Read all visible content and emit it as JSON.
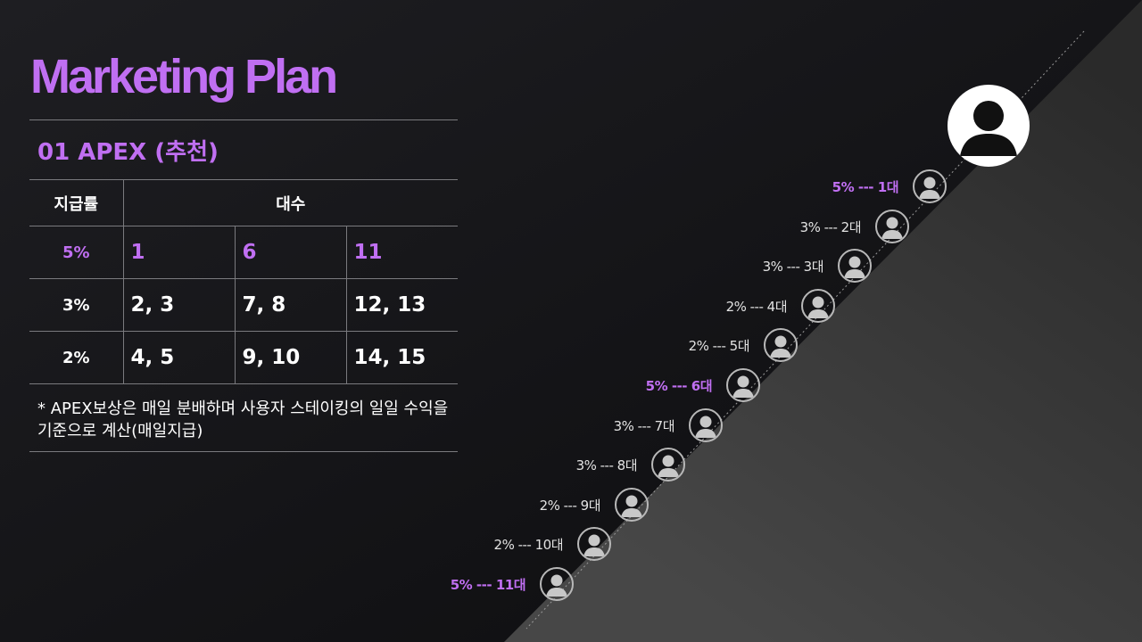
{
  "title": "Marketing Plan",
  "section_title": "01 APEX (추천)",
  "table": {
    "header_rate": "지급률",
    "header_count": "대수",
    "rows": [
      {
        "rate": "5%",
        "cells": [
          "1",
          "6",
          "11"
        ],
        "highlight": true
      },
      {
        "rate": "3%",
        "cells": [
          "2, 3",
          "7, 8",
          "12, 13"
        ],
        "highlight": false
      },
      {
        "rate": "2%",
        "cells": [
          "4, 5",
          "9, 10",
          "14, 15"
        ],
        "highlight": false
      }
    ]
  },
  "note": "* APEX보상은 매일 분배하며 사용자 스테이킹의 일일 수익을 기준으로 계산(매일지급)",
  "chain": [
    {
      "label": "5% --- 1대",
      "highlight": true
    },
    {
      "label": "3% --- 2대",
      "highlight": false
    },
    {
      "label": "3% --- 3대",
      "highlight": false
    },
    {
      "label": "2% --- 4대",
      "highlight": false
    },
    {
      "label": "2% --- 5대",
      "highlight": false
    },
    {
      "label": "5% --- 6대",
      "highlight": true
    },
    {
      "label": "3% --- 7대",
      "highlight": false
    },
    {
      "label": "3% --- 8대",
      "highlight": false
    },
    {
      "label": "2% --- 9대",
      "highlight": false
    },
    {
      "label": "2% --- 10대",
      "highlight": false
    },
    {
      "label": "5% --- 11대",
      "highlight": true
    }
  ],
  "icons": {
    "top_user": "user-icon",
    "chain_node": "user-icon"
  },
  "colors": {
    "accent": "#c06ff2",
    "background": "#121214",
    "text": "#ffffff"
  }
}
